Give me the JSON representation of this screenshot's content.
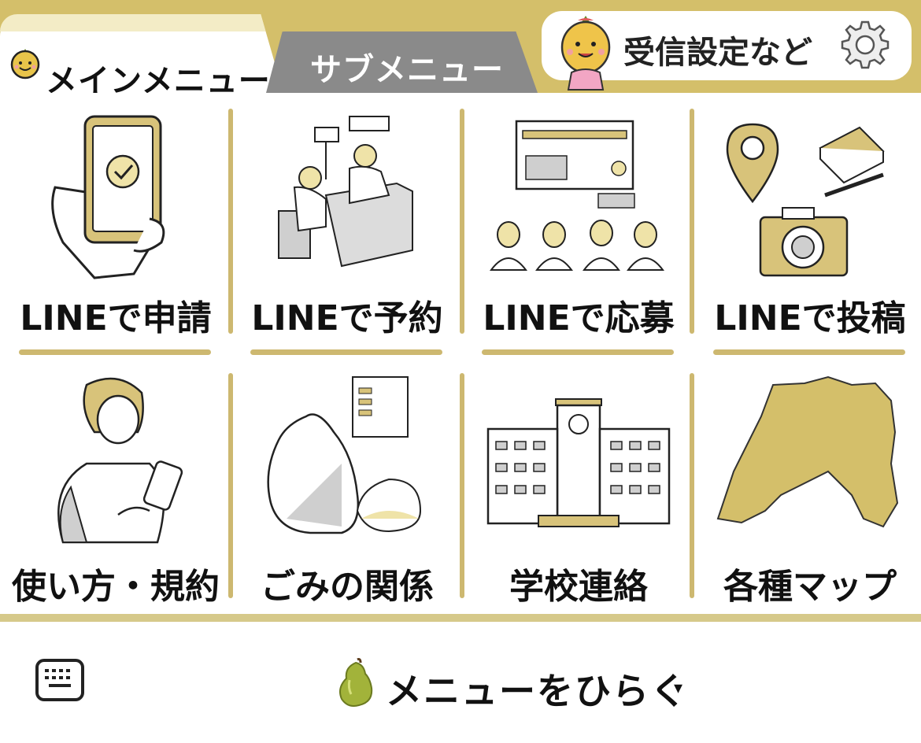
{
  "colors": {
    "accent_gold": "#d4bf6a",
    "divider_gold": "#cdb870",
    "sub_tab_gray": "#8a8a8a",
    "illustration_gold": "#d8c37a",
    "illustration_gray": "#c8c8c8"
  },
  "tabs": {
    "main_label": "メインメニュー",
    "sub_label": "サブメニュー"
  },
  "settings": {
    "label": "受信設定など",
    "icon": "gear-icon"
  },
  "menu_items": [
    {
      "label": "LINEで申請",
      "icon": "smartphone-check-icon"
    },
    {
      "label": "LINEで予約",
      "icon": "reception-counter-icon"
    },
    {
      "label": "LINEで応募",
      "icon": "seminar-presentation-icon"
    },
    {
      "label": "LINEで投稿",
      "icon": "map-pin-notebook-camera-icon"
    },
    {
      "label": "使い方・規約",
      "icon": "woman-with-phone-icon"
    },
    {
      "label": "ごみの関係",
      "icon": "garbage-bag-calendar-icon"
    },
    {
      "label": "学校連絡",
      "icon": "school-building-icon"
    },
    {
      "label": "各種マップ",
      "icon": "city-map-icon"
    }
  ],
  "footer": {
    "open_menu_label": "メニューをひらく",
    "caret": "▾",
    "keyboard_icon": "keyboard-icon",
    "pear_icon": "pear-icon"
  }
}
